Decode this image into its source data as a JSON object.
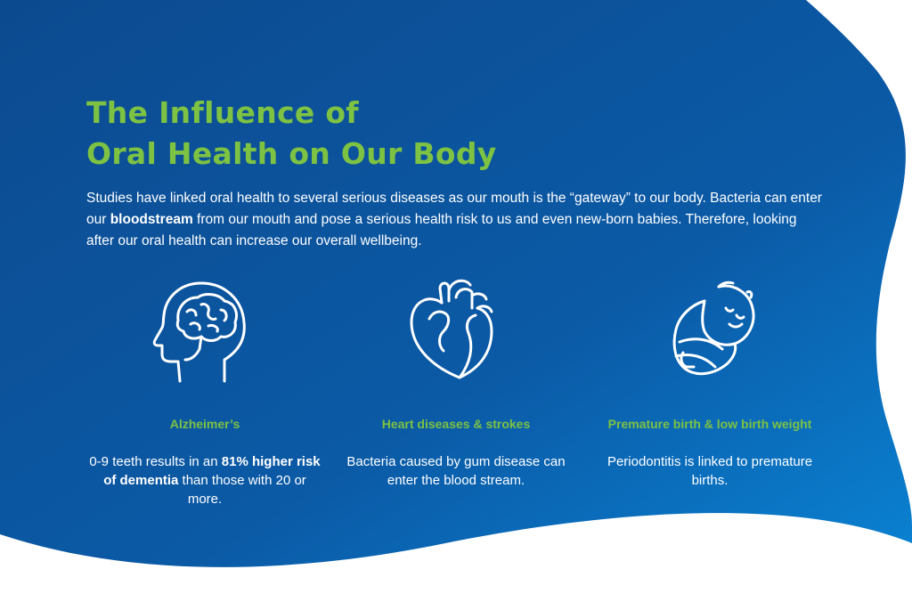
{
  "colors": {
    "background_dark": "#0c4a8f",
    "background_light": "#0a78cc",
    "accent_green": "#7dc242",
    "text": "#ffffff"
  },
  "title": {
    "line1": "The Influence of",
    "line2": "Oral Health on Our Body"
  },
  "intro": {
    "part1": "Studies have linked oral health to several serious diseases as our mouth is the “gateway” to our body. Bacteria can enter our ",
    "bold": "bloodstream",
    "part2": " from our mouth and pose a serious health risk to us and even new-born babies. Therefore, looking after our oral health can increase our overall wellbeing."
  },
  "items": [
    {
      "icon": "head-brain-icon",
      "heading": "Alzheimer’s",
      "text_before": "0-9 teeth results in an ",
      "text_bold": "81% higher risk of dementia",
      "text_after": " than those with 20 or more."
    },
    {
      "icon": "heart-icon",
      "heading": "Heart diseases & strokes",
      "text": "Bacteria caused by gum disease can enter the blood stream."
    },
    {
      "icon": "baby-icon",
      "heading": "Premature birth & low birth weight",
      "text": "Periodontitis is linked to premature births."
    }
  ]
}
